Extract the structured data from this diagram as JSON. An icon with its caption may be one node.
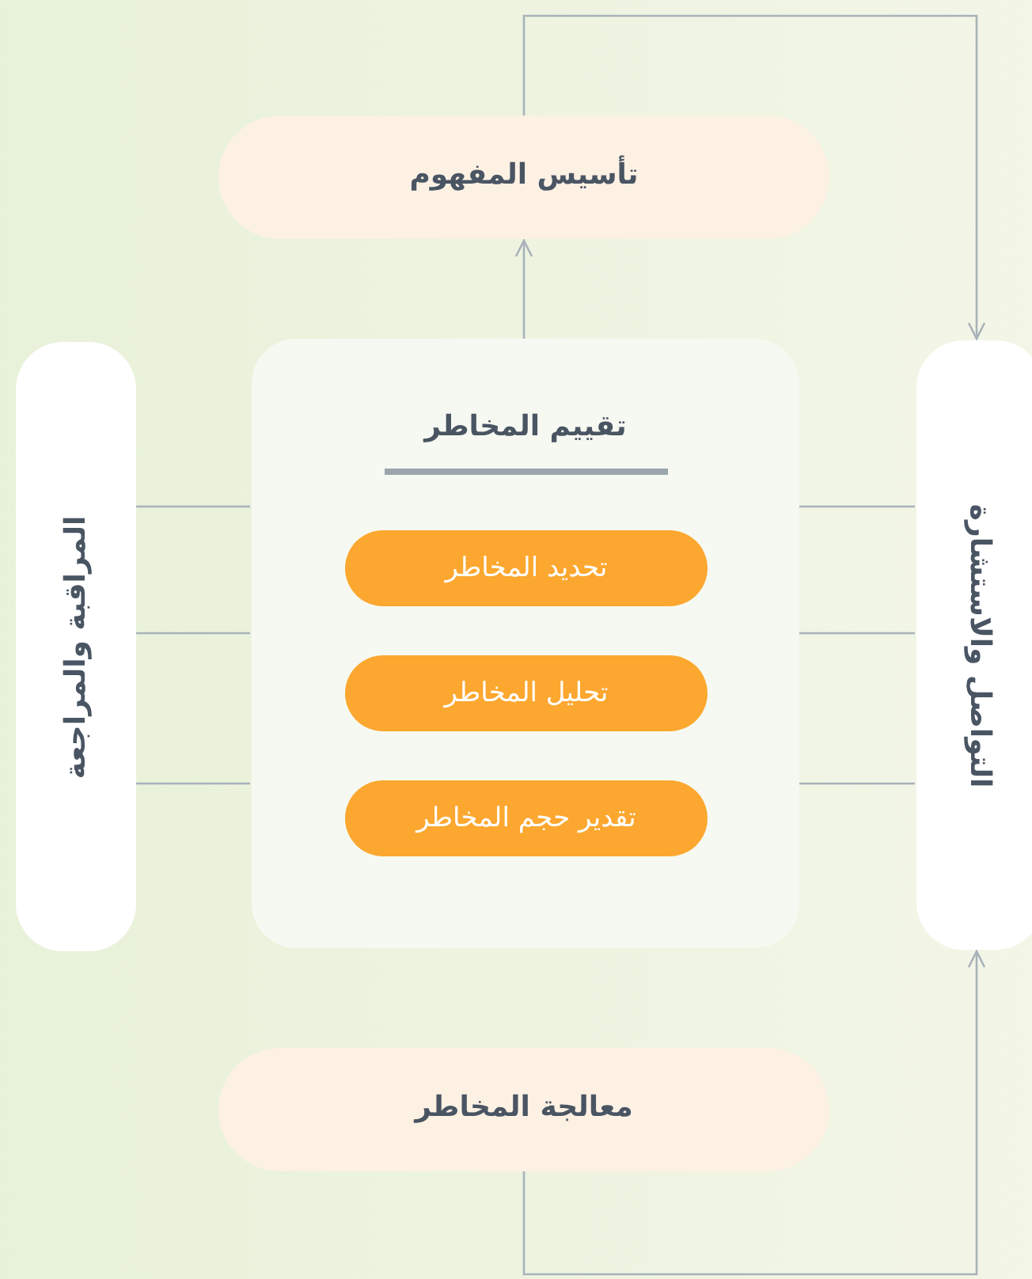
{
  "diagram": {
    "nodes": [
      {
        "text": [
          "تأسيس المفهوم"
        ]
      },
      {
        "text": [
          "المراقبة والمراجعة"
        ]
      },
      {
        "text": [
          "تقييم المخاطر"
        ]
      },
      {
        "text": [
          "تحديد المخاطر"
        ],
        "in": 2
      },
      {
        "text": [
          "تحليل المخاطر"
        ],
        "in": 2
      },
      {
        "text": [
          "تقدير حجم المخاطر"
        ],
        "in": 2
      },
      {
        "text": [
          "التواصل والاستشارة"
        ]
      },
      {
        "text": [
          "معالجة المخاطر"
        ]
      }
    ],
    "edges": [
      {
        "from": 2,
        "to": 0,
        "arrow": "to"
      },
      {
        "from": 0,
        "to": 6,
        "arrow": "to"
      },
      {
        "from": 7,
        "to": 6,
        "arrow": "to"
      },
      {
        "from": 1,
        "to": 2,
        "arrow": "none"
      },
      {
        "from": 1,
        "to": 2,
        "arrow": "none"
      },
      {
        "from": 1,
        "to": 2,
        "arrow": "none"
      },
      {
        "from": 2,
        "to": 6,
        "arrow": "none"
      },
      {
        "from": 2,
        "to": 6,
        "arrow": "none"
      },
      {
        "from": 2,
        "to": 6,
        "arrow": "none"
      }
    ]
  }
}
